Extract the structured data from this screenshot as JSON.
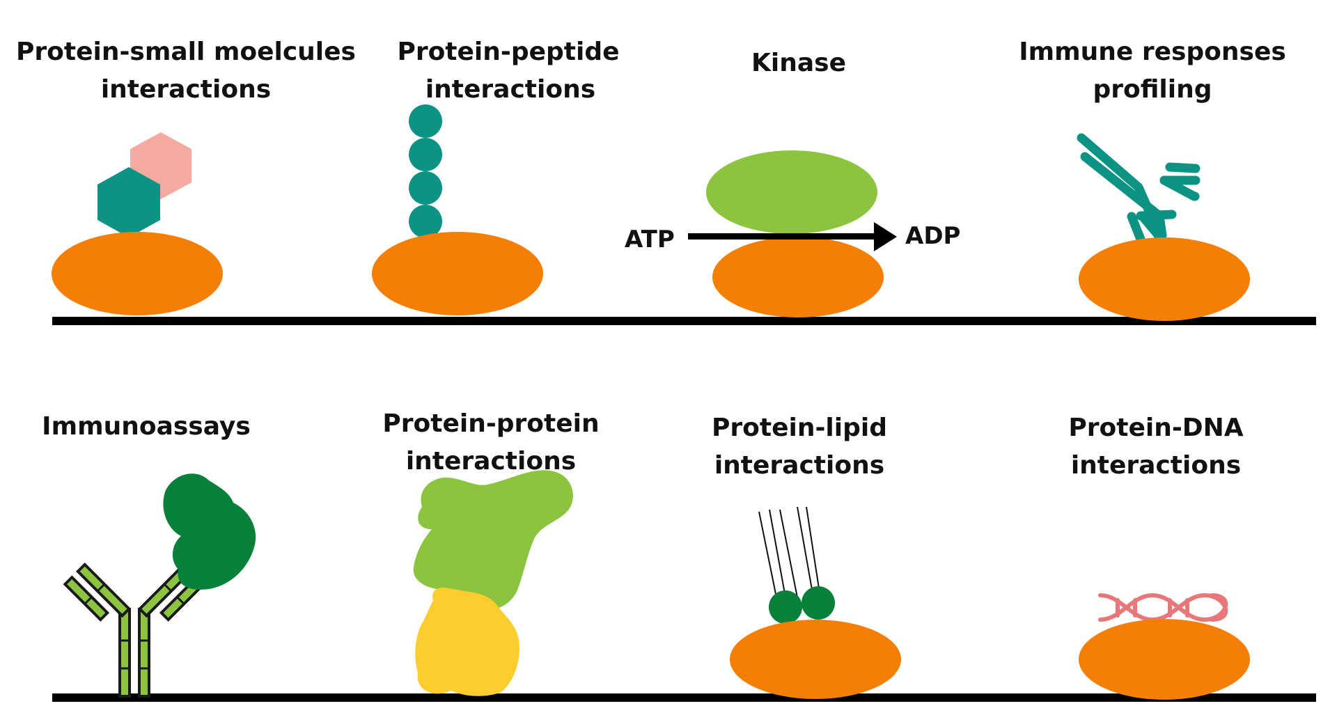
{
  "panels": {
    "small_molecules": {
      "title_line1": "Protein-small moelcules",
      "title_line2": "interactions"
    },
    "peptide": {
      "title_line1": "Protein-peptide",
      "title_line2": "interactions"
    },
    "kinase": {
      "title": "Kinase",
      "substrate_label": "ATP",
      "product_label": "ADP"
    },
    "immune_profiling": {
      "title_line1": "Immune responses",
      "title_line2": "profiling"
    },
    "immunoassays": {
      "title": "Immunoassays"
    },
    "protein_protein": {
      "title_line1": "Protein-protein",
      "title_line2": "interactions"
    },
    "lipid": {
      "title_line1": "Protein-lipid",
      "title_line2": "interactions"
    },
    "dna": {
      "title_line1": "Protein-DNA",
      "title_line2": "interactions"
    }
  },
  "colors": {
    "protein": "#f57f06",
    "surface": "#000000",
    "teal": "#0c9384",
    "pink": "#f6aa9f",
    "light_green": "#8cc43f",
    "dark_green": "#07813a",
    "yellow": "#fdcc2f",
    "dna": "#e8777a"
  }
}
